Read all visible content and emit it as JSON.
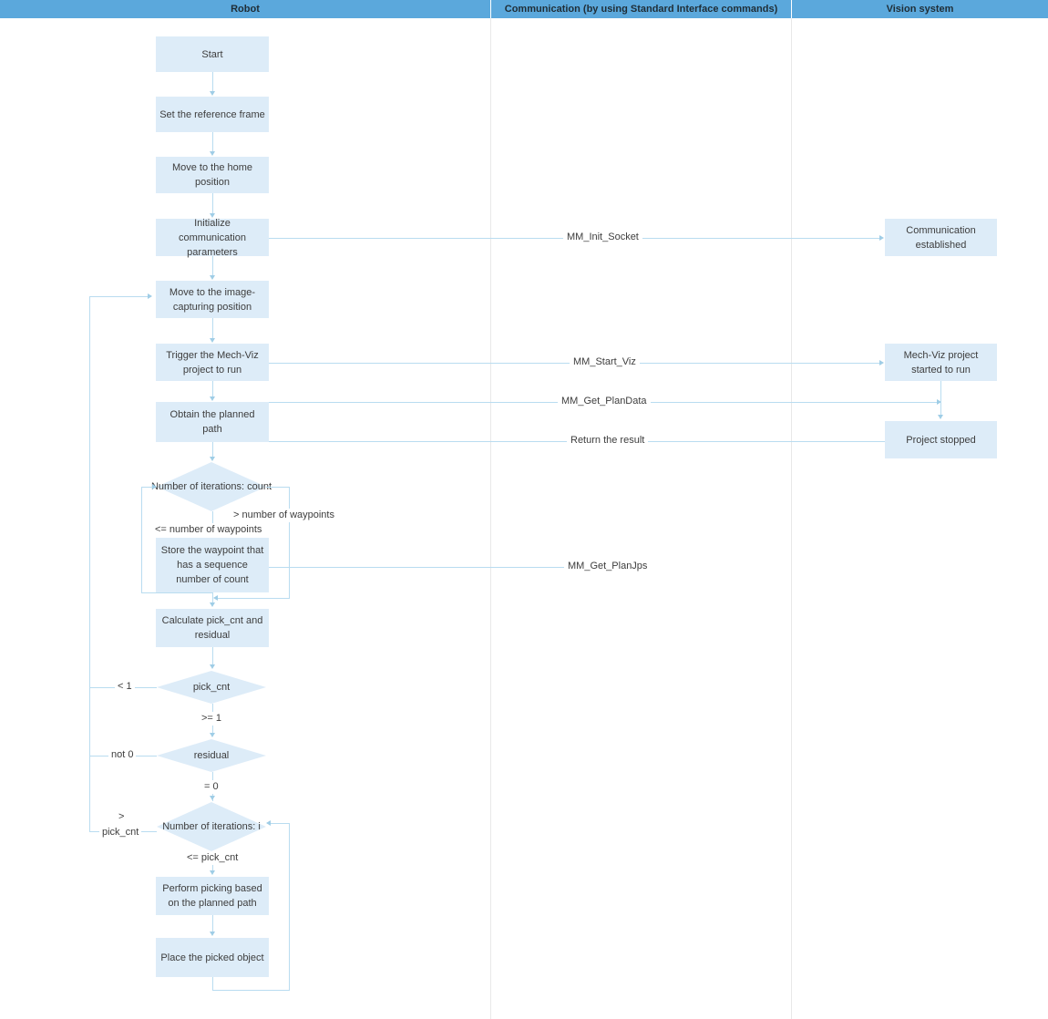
{
  "diagram": {
    "title": "Robot / Vision system pick-and-place flowchart",
    "colors": {
      "lane_header_bg": "#5ba8dc",
      "lane_header_text": "#1f2d36",
      "node_fill": "#ddecf8",
      "node_text": "#3d3d3d",
      "connector": "#b9dcf0",
      "arrow": "#9fcde6",
      "lane_divider": "#e8e8e8"
    }
  },
  "lanes": [
    {
      "id": "robot",
      "label": "Robot"
    },
    {
      "id": "communication",
      "label": "Communication (by using Standard Interface commands)"
    },
    {
      "id": "vision",
      "label": "Vision system"
    }
  ],
  "robot_nodes": [
    {
      "id": "start",
      "label": "Start"
    },
    {
      "id": "set-reference-frame",
      "label": "Set the reference frame"
    },
    {
      "id": "move-home",
      "label": "Move to the home position"
    },
    {
      "id": "init-comm-params",
      "label": "Initialize communication parameters"
    },
    {
      "id": "move-image-capture",
      "label": "Move to the image-capturing position"
    },
    {
      "id": "trigger-mechviz",
      "label": "Trigger the Mech-Viz project to run"
    },
    {
      "id": "obtain-planned-path",
      "label": "Obtain the planned path"
    },
    {
      "id": "store-waypoint",
      "label": "Store the waypoint that has a sequence number of count"
    },
    {
      "id": "calculate-pickcnt",
      "label": "Calculate pick_cnt and residual"
    },
    {
      "id": "perform-picking",
      "label": "Perform picking based on the planned path"
    },
    {
      "id": "place-object",
      "label": "Place the picked object"
    }
  ],
  "robot_decisions": [
    {
      "id": "loop-count",
      "label": "Number of iterations: count"
    },
    {
      "id": "pick-cnt",
      "label": "pick_cnt"
    },
    {
      "id": "residual",
      "label": "residual"
    },
    {
      "id": "loop-i",
      "label": "Number of iterations: i"
    }
  ],
  "vision_nodes": [
    {
      "id": "communication-established",
      "label": "Communication established"
    },
    {
      "id": "mechviz-started",
      "label": "Mech-Viz project started to run"
    },
    {
      "id": "project-stopped",
      "label": "Project stopped"
    }
  ],
  "messages": [
    {
      "id": "mm-init-socket",
      "label": "MM_Init_Socket"
    },
    {
      "id": "mm-start-viz",
      "label": "MM_Start_Viz"
    },
    {
      "id": "mm-get-plandata",
      "label": "MM_Get_PlanData"
    },
    {
      "id": "return-the-result",
      "label": "Return the result"
    },
    {
      "id": "mm-get-planjps",
      "label": "MM_Get_PlanJps"
    }
  ],
  "branch_labels": [
    {
      "id": "gt-number-of-waypoints",
      "label": "> number of waypoints"
    },
    {
      "id": "lte-number-of-waypoints",
      "label": "<= number of waypoints"
    },
    {
      "id": "lt-1",
      "label": "< 1"
    },
    {
      "id": "gte-1",
      "label": ">= 1"
    },
    {
      "id": "not-0",
      "label": "not 0"
    },
    {
      "id": "eq-0",
      "label": "= 0"
    },
    {
      "id": "gt-pickcnt-line1",
      "label": ">"
    },
    {
      "id": "gt-pickcnt-line2",
      "label": "pick_cnt"
    },
    {
      "id": "lte-pickcnt",
      "label": "<= pick_cnt"
    }
  ]
}
